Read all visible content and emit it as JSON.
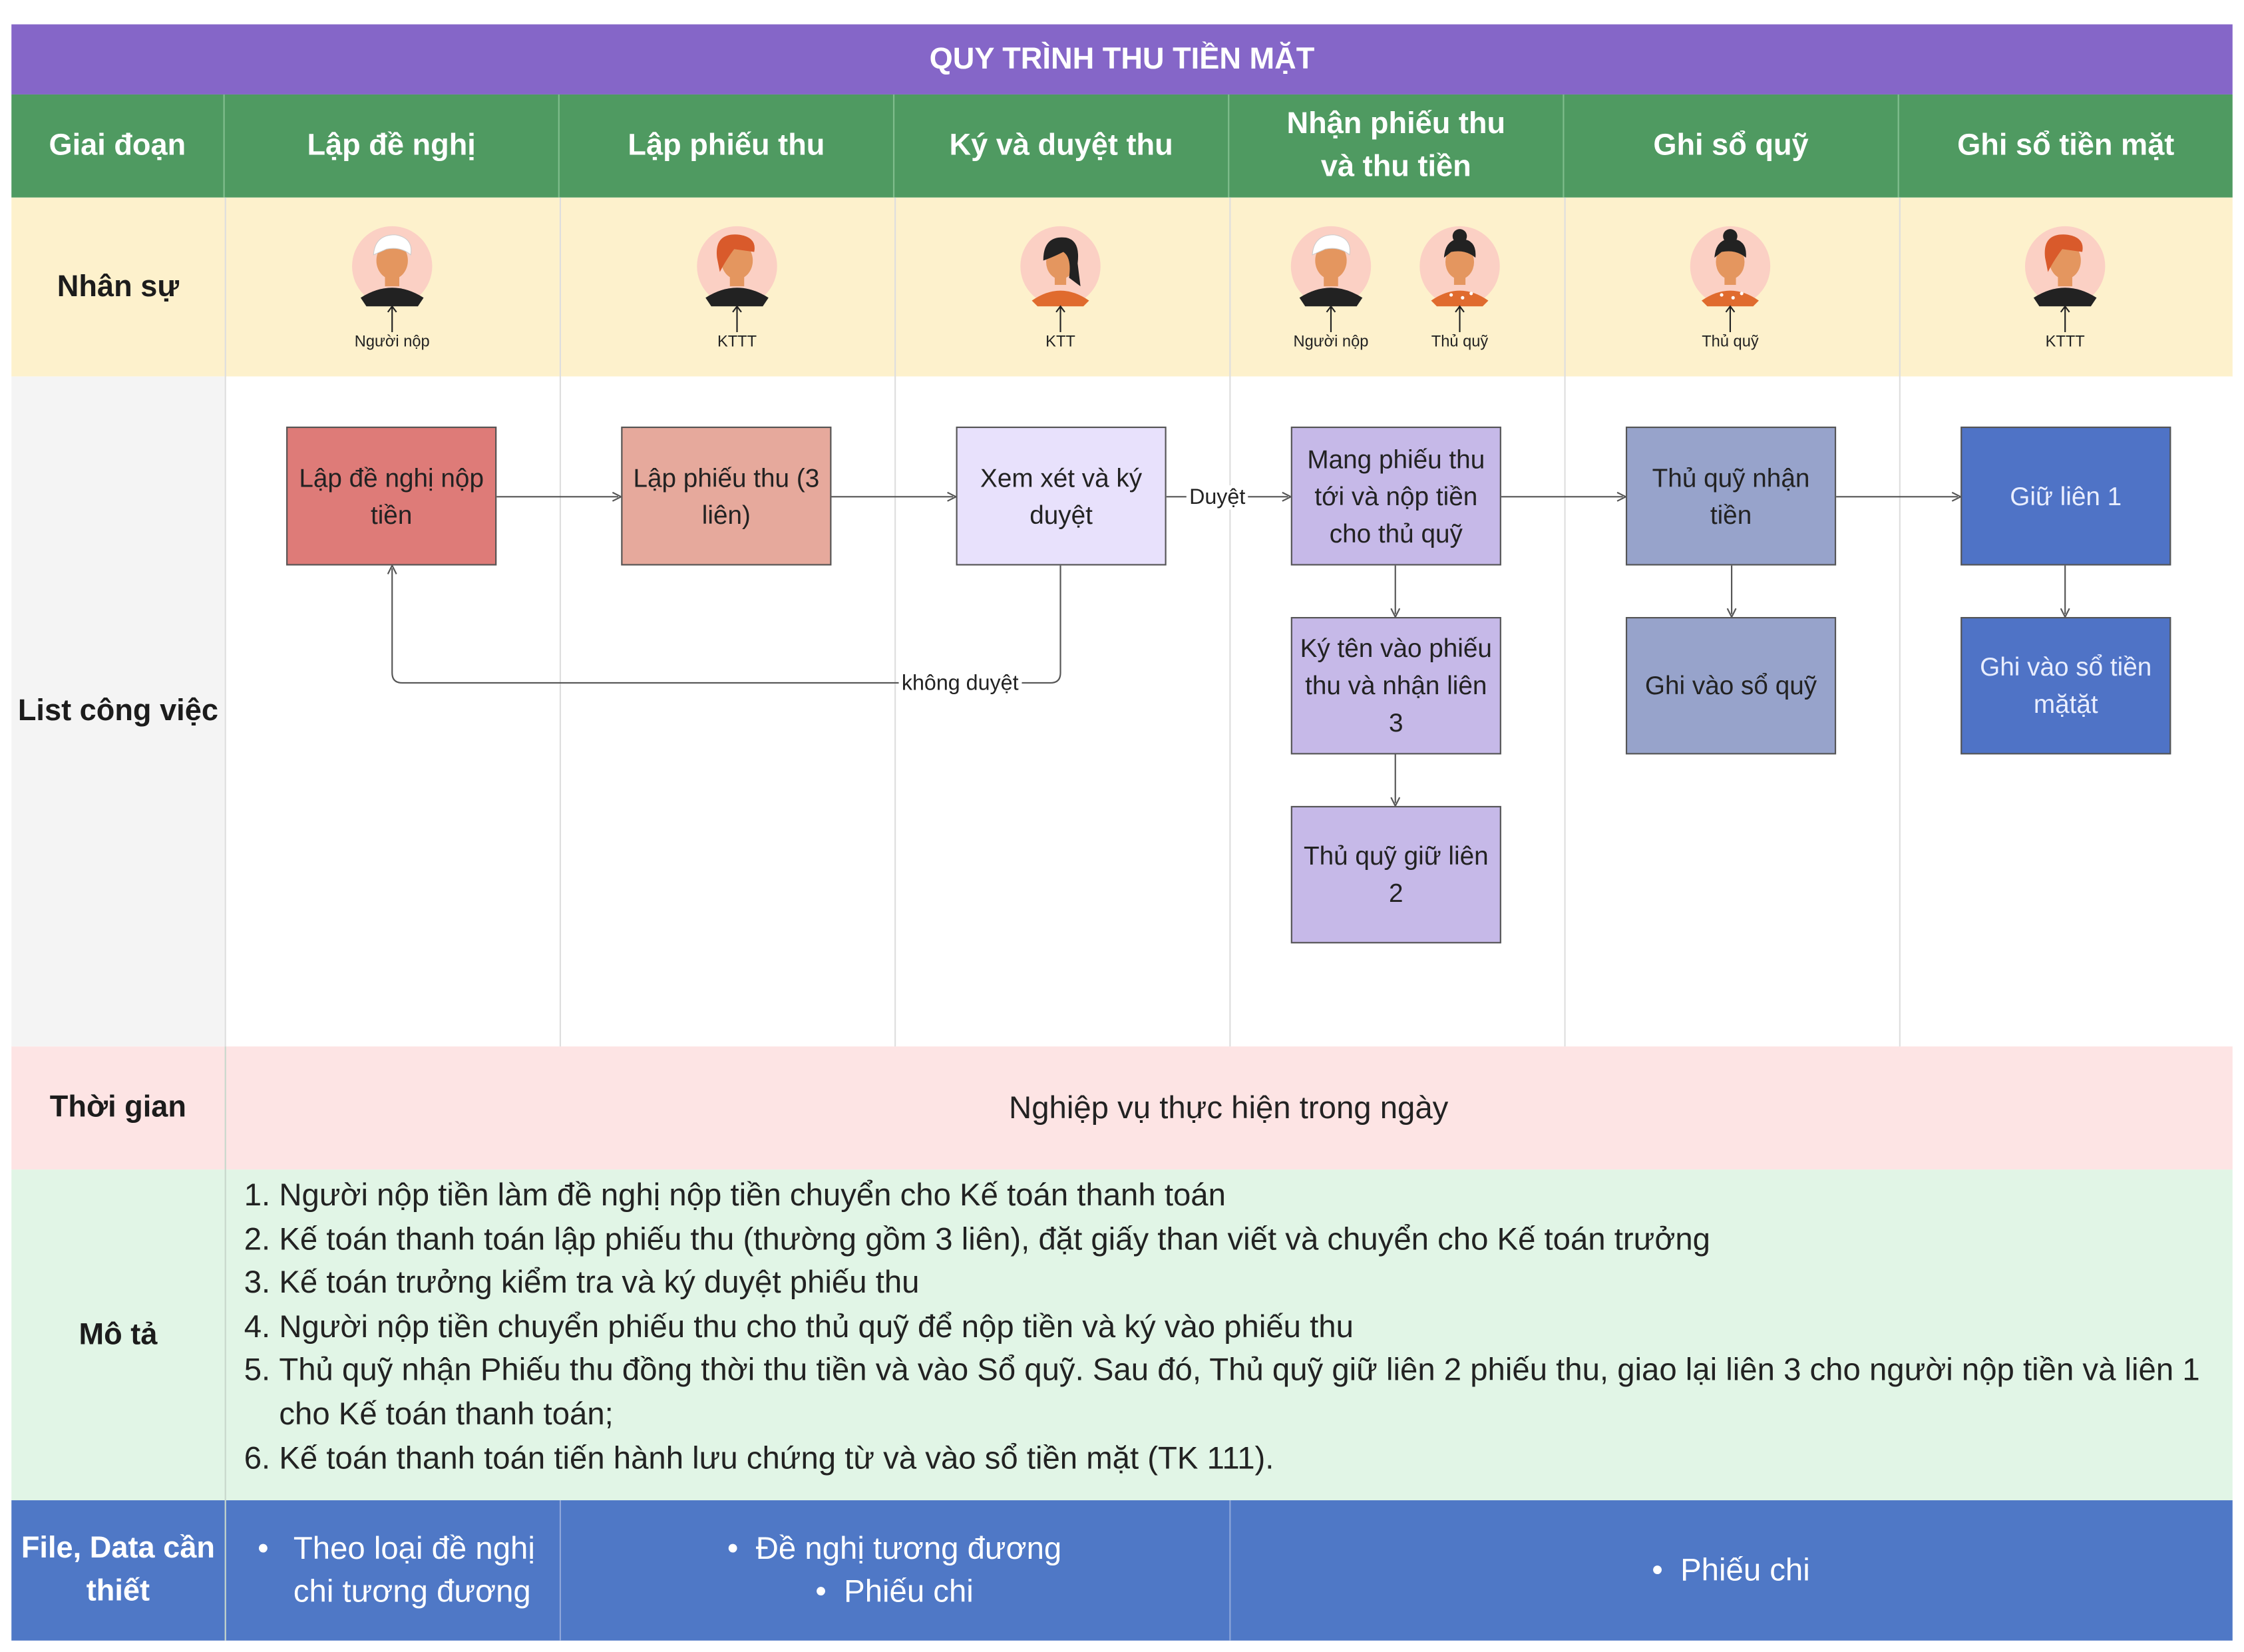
{
  "title": "QUY TRÌNH THU TIỀN MẶT",
  "headers": [
    "Giai đoạn",
    "Lập đề  nghị",
    "Lập phiếu thu",
    "Ký và duyệt thu",
    "Nhận phiếu thu và thu tiền",
    "Ghi sổ quỹ",
    "Ghi sổ tiền mặt"
  ],
  "rows": {
    "staff": "Nhân sự",
    "tasks": "List công việc",
    "time": "Thời gian",
    "description": "Mô tả",
    "files": "File, Data cần thiết"
  },
  "roles": [
    "Người nộp",
    "KTTT",
    "KTT",
    "Người nộp",
    "Thủ quỹ",
    "Thủ quỹ",
    "KTTT"
  ],
  "tasks": {
    "t1": "Lập đề nghị nộp tiền",
    "t2": "Lập phiếu thu (3 liên)",
    "t3": "Xem xét và ký duyệt",
    "t4": "Mang phiếu thu tới và nộp tiền cho thủ quỹ",
    "t5": "Ký tên vào phiếu thu và nhận liên 3",
    "t6": "Thủ quỹ giữ liên 2",
    "t7": "Thủ quỹ nhận tiền",
    "t8": "Ghi vào sổ quỹ",
    "t9": "Giữ liên 1",
    "t10": "Ghi vào sổ tiền mặtặt"
  },
  "edge_labels": {
    "approve": "Duyệt",
    "reject": "không duyệt"
  },
  "time_text": "Nghiệp vụ thực hiện trong ngày",
  "description_items": [
    "Người nộp tiền làm đề nghị nộp tiền chuyển cho Kế toán thanh toán",
    "Kế toán thanh toán lập phiếu thu (thường gồm 3 liên), đặt giấy than viết và chuyển cho Kế toán trưởng",
    "Kế toán trưởng kiểm tra và ký duyệt phiếu thu",
    "Người nộp tiền chuyển phiếu thu cho thủ quỹ để nộp tiền và ký vào phiếu thu",
    "Thủ quỹ nhận Phiếu thu đồng thời thu tiền và vào Sổ quỹ. Sau đó, Thủ quỹ giữ liên 2 phiếu thu, giao lại liên 3 cho người nộp tiền và liên 1 cho Kế toán thanh toán;",
    "Kế toán thanh toán tiến hành lưu chứng từ và vào sổ tiền mặt (TK 111)."
  ],
  "files": {
    "col1": "Theo loại đề nghị chi tương đương",
    "col2a": "Đề nghị tương đương",
    "col2b": "Phiếu chi",
    "col3": "Phiếu chi"
  },
  "colors": {
    "title": "#8566c8",
    "header": "#4f9a61",
    "staff_bg": "#fdf1cc",
    "tasks_bg": "#ffffff",
    "time_bg": "#fde4e4",
    "desc_bg": "#e1f5e6",
    "files_bg": "#4f78c6",
    "t1": "#de7b78",
    "t2": "#e6a99c",
    "t3": "#e8e1fc",
    "t4": "#c6b9e8",
    "t7": "#97a3cb",
    "t9": "#4f73c6"
  },
  "icons": [
    "person-avatar-icon",
    "arrow-up-icon",
    "bullet-icon"
  ]
}
